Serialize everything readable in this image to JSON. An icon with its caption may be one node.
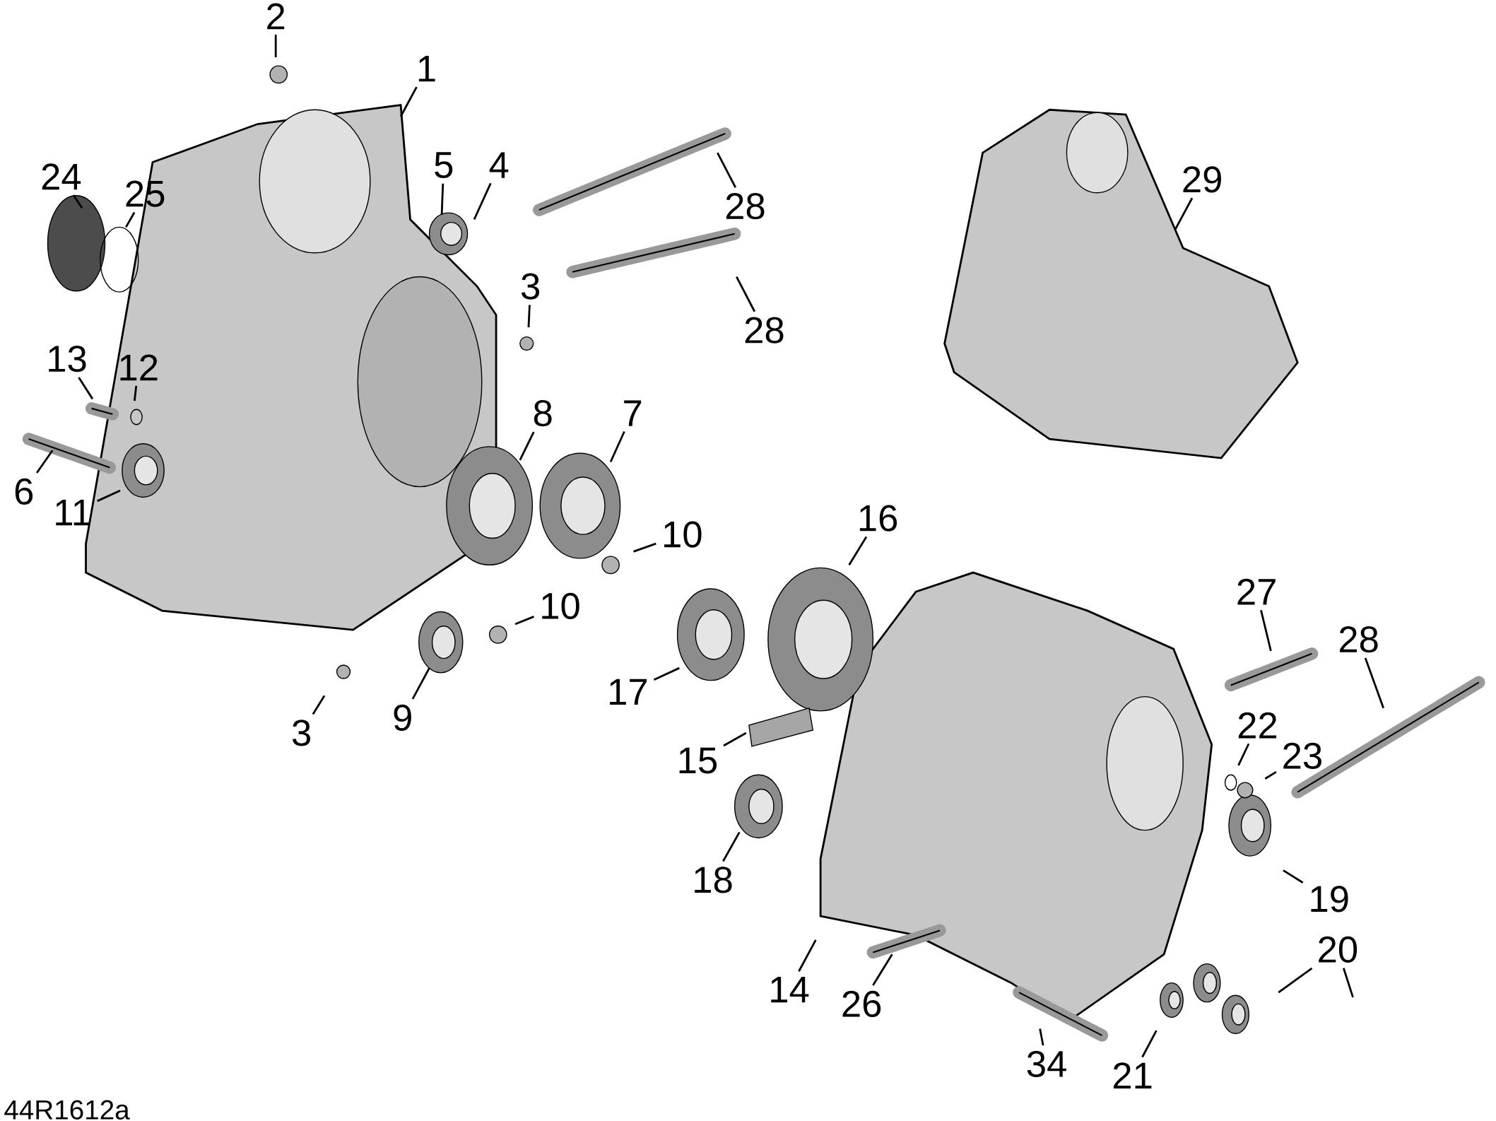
{
  "diagram": {
    "nodes": [
      {
        "text": [
          "2"
        ]
      },
      {
        "text": [
          "1"
        ]
      },
      {
        "text": [
          "24"
        ]
      },
      {
        "text": [
          "25"
        ]
      },
      {
        "text": [
          "5"
        ]
      },
      {
        "text": [
          "4"
        ]
      },
      {
        "text": [
          "28"
        ]
      },
      {
        "text": [
          "29"
        ]
      },
      {
        "text": [
          "3"
        ]
      },
      {
        "text": [
          "28"
        ]
      },
      {
        "text": [
          "13"
        ]
      },
      {
        "text": [
          "12"
        ]
      },
      {
        "text": [
          "8"
        ]
      },
      {
        "text": [
          "7"
        ]
      },
      {
        "text": [
          "6"
        ]
      },
      {
        "text": [
          "11"
        ]
      },
      {
        "text": [
          "16"
        ]
      },
      {
        "text": [
          "10"
        ]
      },
      {
        "text": [
          "27"
        ]
      },
      {
        "text": [
          "10"
        ]
      },
      {
        "text": [
          "28"
        ]
      },
      {
        "text": [
          "17"
        ]
      },
      {
        "text": [
          "9"
        ]
      },
      {
        "text": [
          "3"
        ]
      },
      {
        "text": [
          "22"
        ]
      },
      {
        "text": [
          "15"
        ]
      },
      {
        "text": [
          "23"
        ]
      },
      {
        "text": [
          "18"
        ]
      },
      {
        "text": [
          "19"
        ]
      },
      {
        "text": [
          "14"
        ]
      },
      {
        "text": [
          "20"
        ]
      },
      {
        "text": [
          "26"
        ]
      },
      {
        "text": [
          "21"
        ]
      },
      {
        "text": [
          "34"
        ]
      }
    ],
    "edges": [
      {
        "from": 0,
        "to": null,
        "arrow": "none"
      },
      {
        "from": 1,
        "to": null,
        "arrow": "none"
      },
      {
        "from": 2,
        "to": null,
        "arrow": "none"
      },
      {
        "from": 3,
        "to": null,
        "arrow": "none"
      },
      {
        "from": 4,
        "to": null,
        "arrow": "none"
      },
      {
        "from": 5,
        "to": null,
        "arrow": "none"
      },
      {
        "from": 6,
        "to": null,
        "arrow": "none"
      },
      {
        "from": 7,
        "to": null,
        "arrow": "none"
      },
      {
        "from": 8,
        "to": null,
        "arrow": "none"
      },
      {
        "from": 9,
        "to": null,
        "arrow": "none"
      },
      {
        "from": 10,
        "to": null,
        "arrow": "none"
      },
      {
        "from": 11,
        "to": null,
        "arrow": "none"
      },
      {
        "from": 12,
        "to": null,
        "arrow": "none"
      },
      {
        "from": 13,
        "to": null,
        "arrow": "none"
      },
      {
        "from": 14,
        "to": null,
        "arrow": "none"
      },
      {
        "from": 15,
        "to": null,
        "arrow": "none"
      },
      {
        "from": 16,
        "to": null,
        "arrow": "none"
      },
      {
        "from": 17,
        "to": null,
        "arrow": "none"
      },
      {
        "from": 18,
        "to": null,
        "arrow": "none"
      },
      {
        "from": 19,
        "to": null,
        "arrow": "none"
      },
      {
        "from": 20,
        "to": null,
        "arrow": "none"
      },
      {
        "from": 21,
        "to": null,
        "arrow": "none"
      },
      {
        "from": 22,
        "to": null,
        "arrow": "none"
      },
      {
        "from": 23,
        "to": null,
        "arrow": "none"
      },
      {
        "from": 24,
        "to": null,
        "arrow": "none"
      },
      {
        "from": 25,
        "to": null,
        "arrow": "none"
      },
      {
        "from": 26,
        "to": null,
        "arrow": "none"
      },
      {
        "from": 27,
        "to": null,
        "arrow": "none"
      },
      {
        "from": 28,
        "to": null,
        "arrow": "none"
      },
      {
        "from": 29,
        "to": null,
        "arrow": "none"
      },
      {
        "from": 30,
        "to": null,
        "arrow": "none"
      },
      {
        "from": 30,
        "to": null,
        "arrow": "none"
      },
      {
        "from": 31,
        "to": null,
        "arrow": "none"
      },
      {
        "from": 32,
        "to": null,
        "arrow": "none"
      },
      {
        "from": 33,
        "to": null,
        "arrow": "none"
      }
    ],
    "labels": [
      "44R1612a"
    ]
  }
}
